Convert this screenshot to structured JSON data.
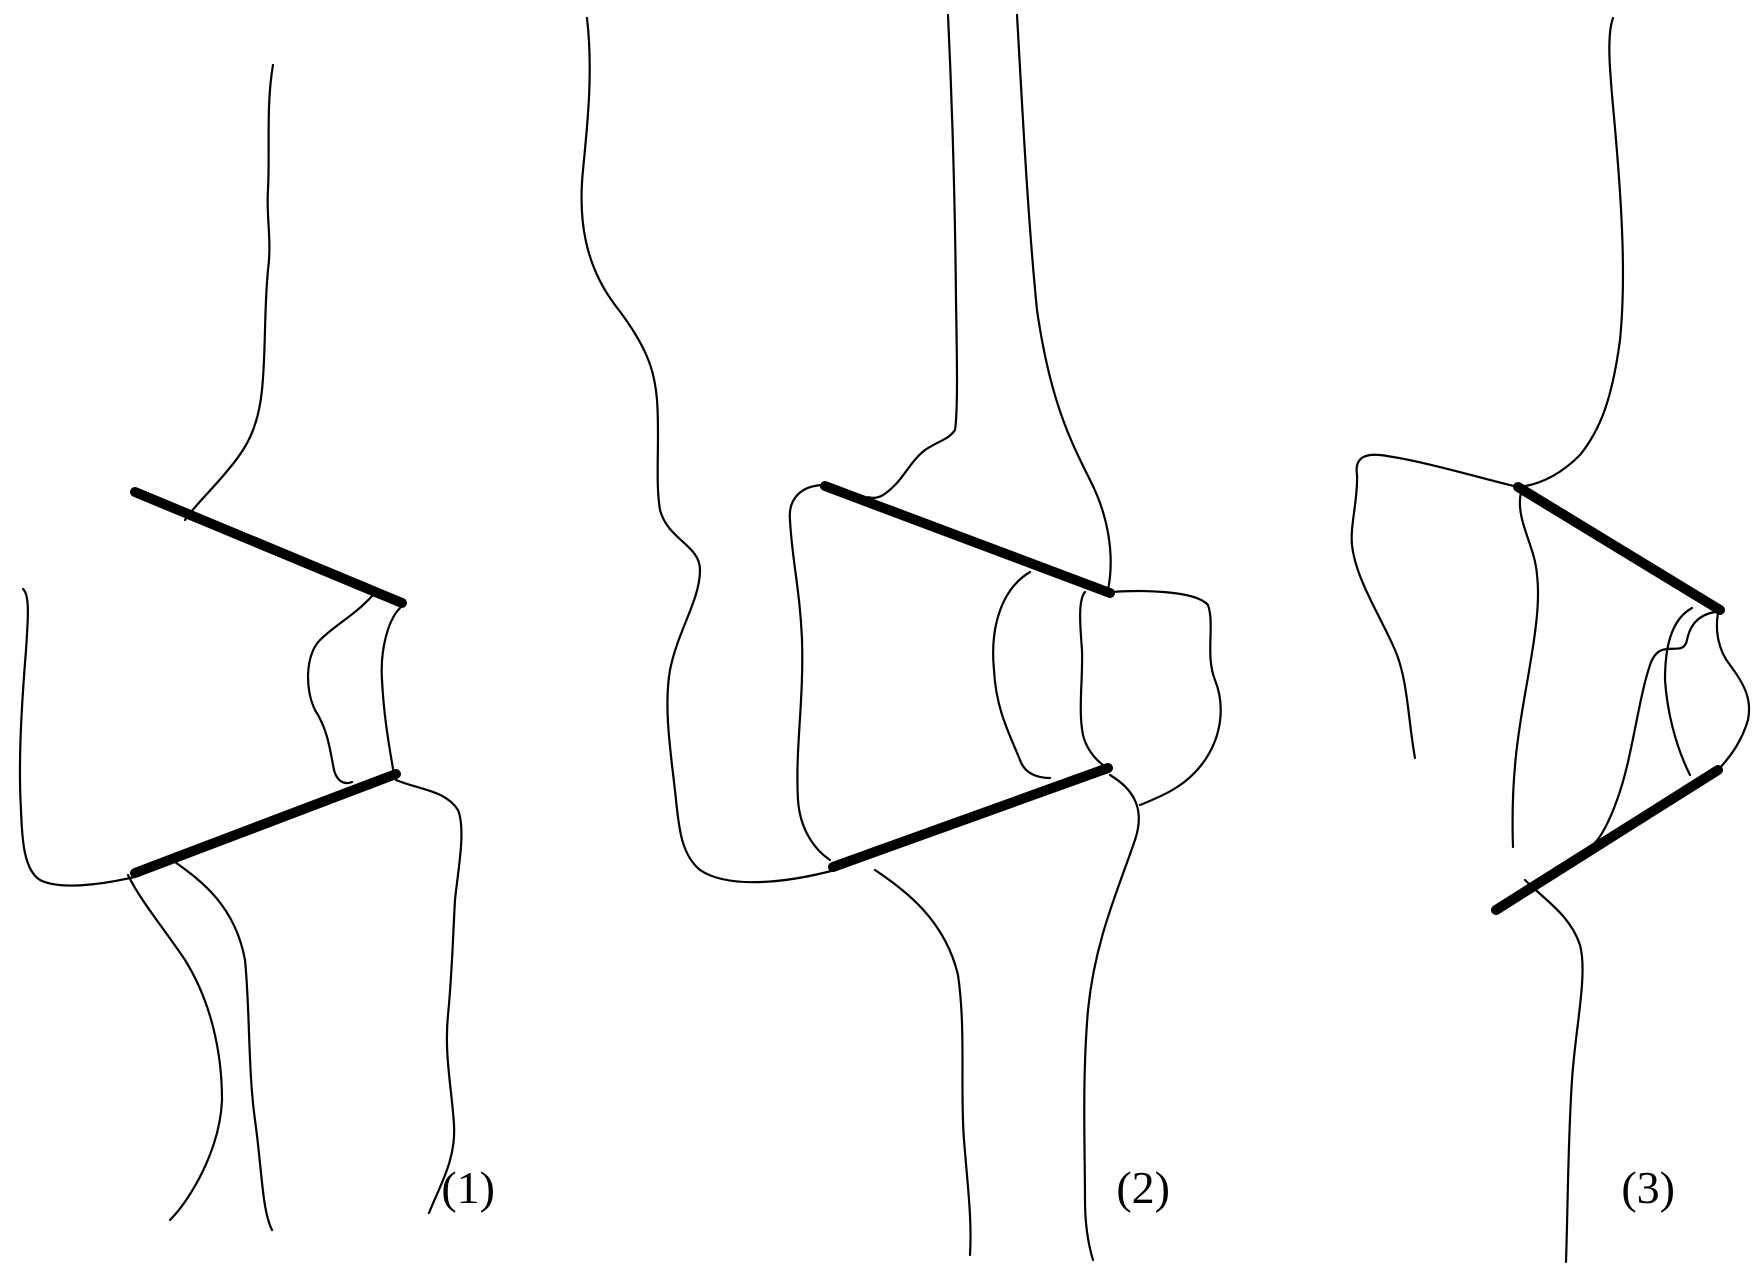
{
  "figure": {
    "background_color": "#ffffff",
    "line_color": "#000000",
    "panels": [
      {
        "id": "panel-1",
        "label": "(1)"
      },
      {
        "id": "panel-2",
        "label": "(2)"
      },
      {
        "id": "panel-3",
        "label": "(3)"
      }
    ]
  }
}
